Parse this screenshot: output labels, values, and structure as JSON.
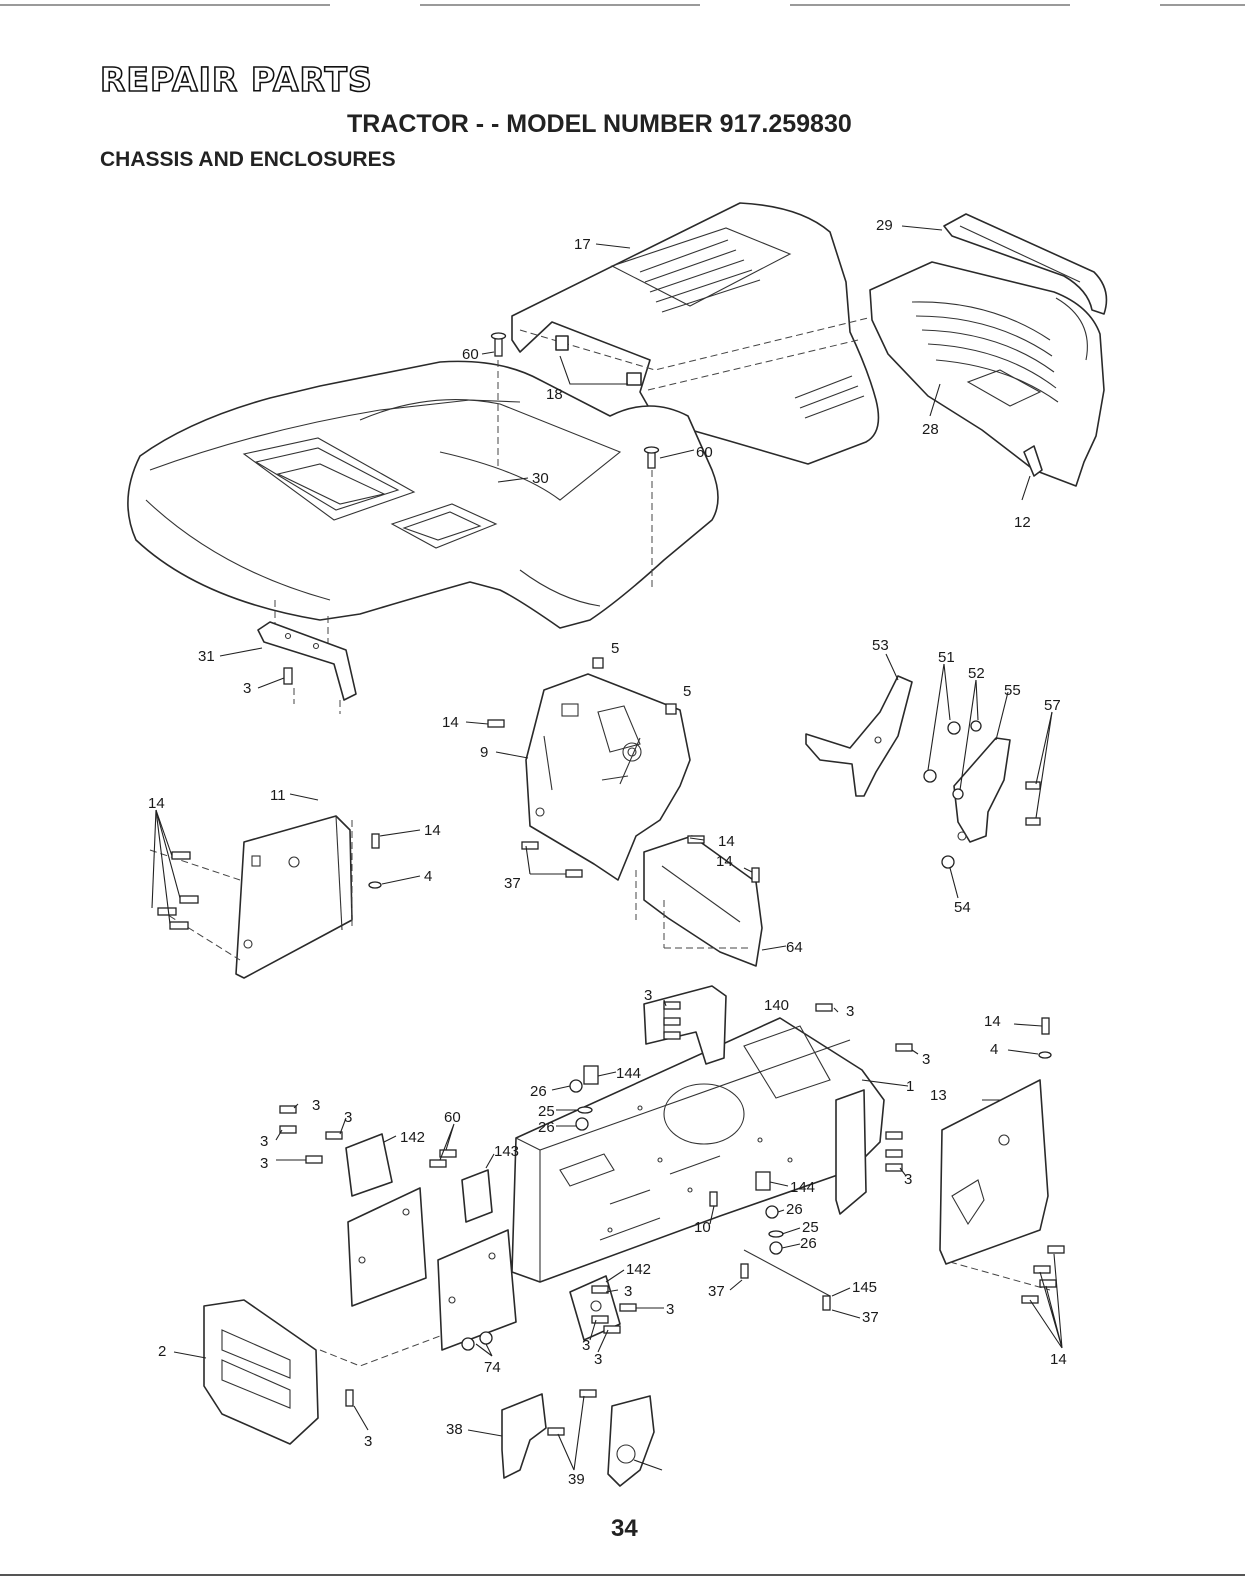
{
  "header": {
    "title": "REPAIR PARTS",
    "subtitle": "TRACTOR - - MODEL NUMBER 917.259830",
    "section": "CHASSIS AND ENCLOSURES"
  },
  "footer": {
    "page_number": "34"
  },
  "callouts": [
    "17",
    "29",
    "60",
    "18",
    "60",
    "28",
    "30",
    "12",
    "31",
    "3",
    "53",
    "5",
    "5",
    "51",
    "52",
    "55",
    "57",
    "14",
    "9",
    "14",
    "11",
    "14",
    "4",
    "14",
    "14",
    "37",
    "54",
    "64",
    "3",
    "140",
    "3",
    "14",
    "3",
    "4",
    "144",
    "1",
    "13",
    "26",
    "3",
    "25",
    "26",
    "60",
    "3",
    "142",
    "3",
    "3",
    "143",
    "144",
    "3",
    "26",
    "10",
    "25",
    "26",
    "142",
    "3",
    "37",
    "145",
    "3",
    "37",
    "2",
    "74",
    "3",
    "3",
    "14",
    "38",
    "3",
    "39"
  ]
}
